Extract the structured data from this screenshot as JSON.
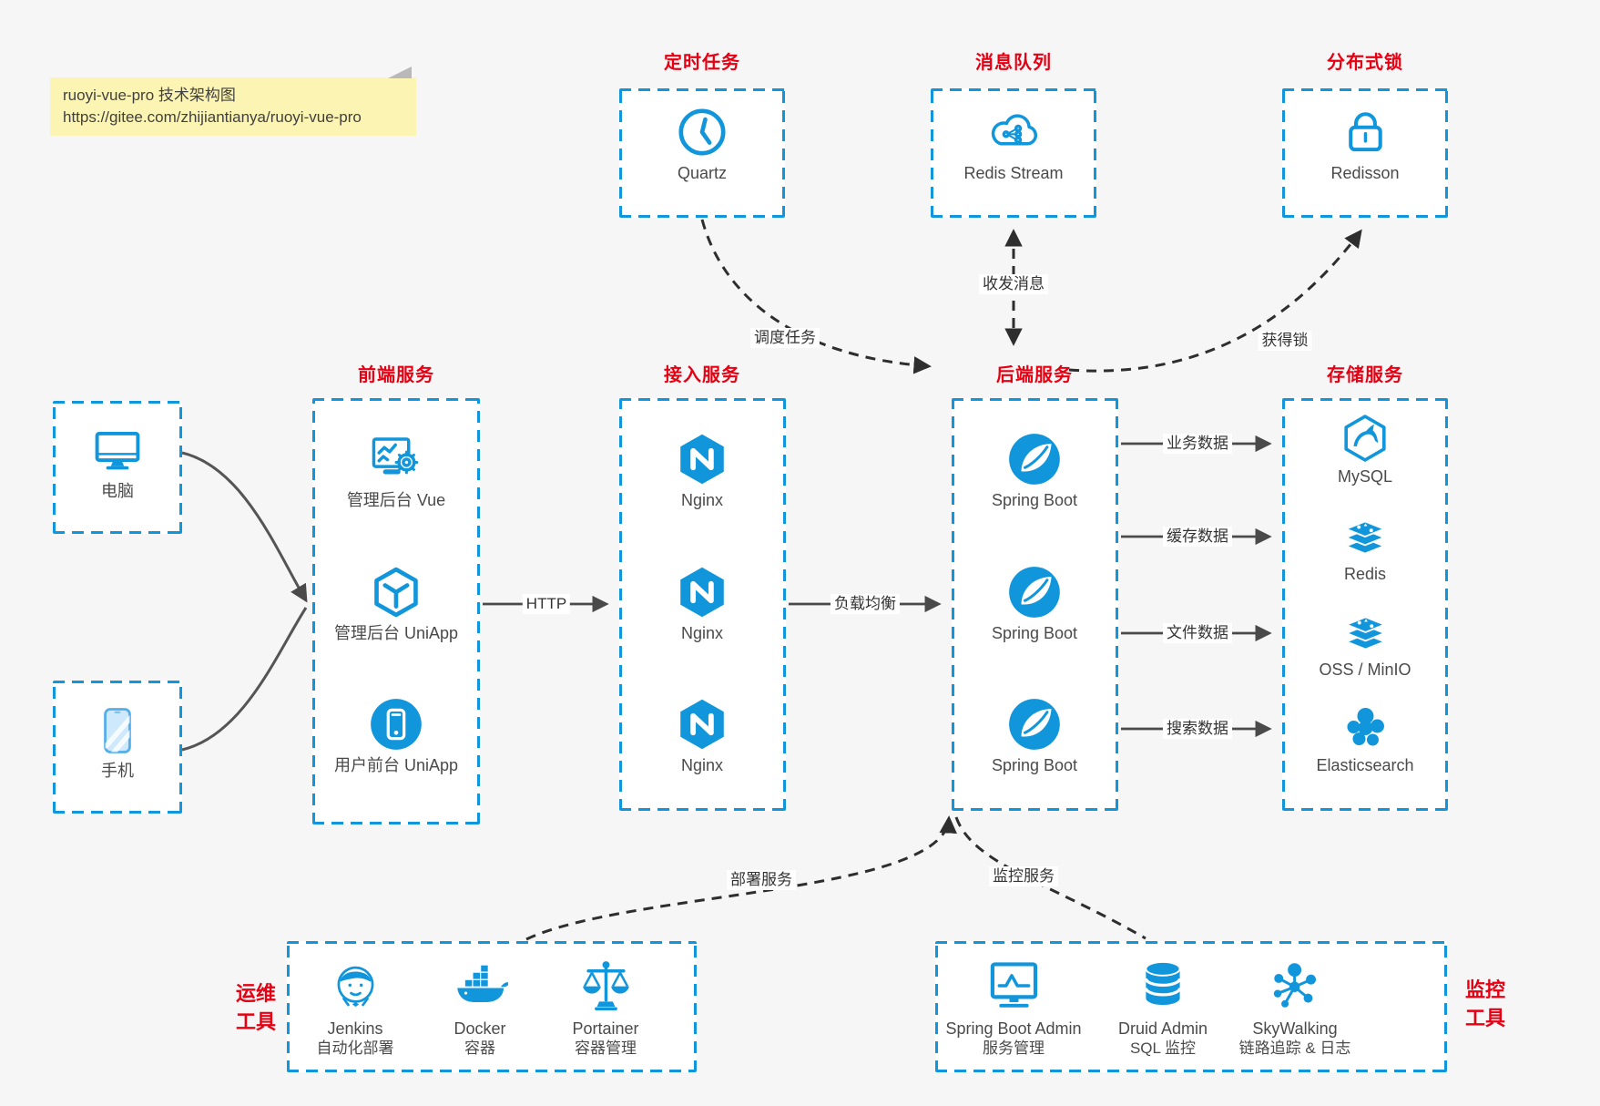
{
  "note": {
    "line1": "ruoyi-vue-pro 技术架构图",
    "line2": "https://gitee.com/zhijiantianya/ruoyi-vue-pro"
  },
  "colors": {
    "accent_blue": "#1296db",
    "title_red": "#e60012",
    "arrow_gray": "#4a4a4a",
    "note_yellow": "#fbf4b2"
  },
  "top_groups": [
    {
      "title": "定时任务",
      "node": {
        "label": "Quartz",
        "icon": "clock-icon"
      }
    },
    {
      "title": "消息队列",
      "node": {
        "label": "Redis Stream",
        "icon": "cloud-share-icon"
      }
    },
    {
      "title": "分布式锁",
      "node": {
        "label": "Redisson",
        "icon": "lock-icon"
      }
    }
  ],
  "clients": [
    {
      "label": "电脑",
      "icon": "desktop-icon"
    },
    {
      "label": "手机",
      "icon": "smartphone-icon"
    }
  ],
  "columns": [
    {
      "title": "前端服务",
      "items": [
        {
          "label": "管理后台 Vue",
          "icon": "admin-dashboard-icon"
        },
        {
          "label": "管理后台 UniApp",
          "icon": "cube-icon"
        },
        {
          "label": "用户前台 UniApp",
          "icon": "mobile-app-icon"
        }
      ]
    },
    {
      "title": "接入服务",
      "items": [
        {
          "label": "Nginx",
          "icon": "nginx-icon"
        },
        {
          "label": "Nginx",
          "icon": "nginx-icon"
        },
        {
          "label": "Nginx",
          "icon": "nginx-icon"
        }
      ]
    },
    {
      "title": "后端服务",
      "items": [
        {
          "label": "Spring Boot",
          "icon": "spring-icon"
        },
        {
          "label": "Spring Boot",
          "icon": "spring-icon"
        },
        {
          "label": "Spring Boot",
          "icon": "spring-icon"
        }
      ]
    },
    {
      "title": "存储服务",
      "items": [
        {
          "label": "MySQL",
          "icon": "mysql-icon"
        },
        {
          "label": "Redis",
          "icon": "redis-stack-icon"
        },
        {
          "label": "OSS / MinIO",
          "icon": "storage-stack-icon"
        },
        {
          "label": "Elasticsearch",
          "icon": "elasticsearch-icon"
        }
      ]
    }
  ],
  "edges": {
    "http": "HTTP",
    "load_balance": "负载均衡",
    "business_data": "业务数据",
    "cache_data": "缓存数据",
    "file_data": "文件数据",
    "search_data": "搜索数据",
    "schedule_task": "调度任务",
    "send_receive_message": "收发消息",
    "acquire_lock": "获得锁",
    "deploy_service": "部署服务",
    "monitor_service": "监控服务"
  },
  "bottom_groups": [
    {
      "label_line1": "运维",
      "label_line2": "工具",
      "items": [
        {
          "name": "Jenkins",
          "sub": "自动化部署",
          "icon": "jenkins-icon"
        },
        {
          "name": "Docker",
          "sub": "容器",
          "icon": "docker-whale-icon"
        },
        {
          "name": "Portainer",
          "sub": "容器管理",
          "icon": "scales-icon"
        }
      ]
    },
    {
      "label_line1": "监控",
      "label_line2": "工具",
      "items": [
        {
          "name": "Spring Boot Admin",
          "sub": "服务管理",
          "icon": "monitor-chart-icon"
        },
        {
          "name": "Druid Admin",
          "sub": "SQL 监控",
          "icon": "database-icon"
        },
        {
          "name": "SkyWalking",
          "sub": "链路追踪 & 日志",
          "icon": "topology-icon"
        }
      ]
    }
  ]
}
